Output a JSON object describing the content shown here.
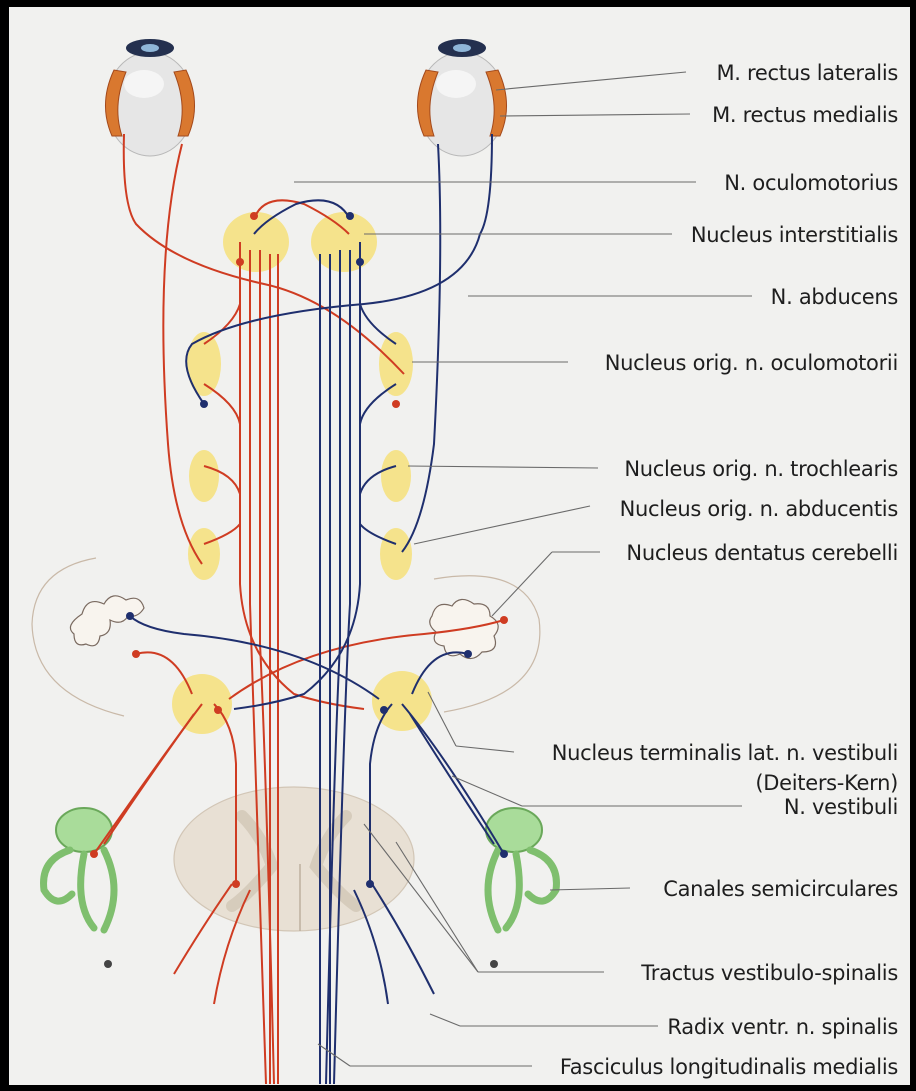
{
  "labels": {
    "m_rectus_lateralis": "M. rectus lateralis",
    "m_rectus_medialis": "M. rectus medialis",
    "n_oculomotorius": "N. oculomotorius",
    "nucleus_interstitialis": "Nucleus interstitialis",
    "n_abducens": "N. abducens",
    "nucleus_oculomotorii": "Nucleus orig. n. oculomotorii",
    "nucleus_trochlearis": "Nucleus orig. n. trochlearis",
    "nucleus_abducentis": "Nucleus orig. n. abducentis",
    "nucleus_dentatus": "Nucleus dentatus cerebelli",
    "nucleus_terminalis": "Nucleus terminalis lat. n. vestibuli",
    "deiters_kern": "(Deiters-Kern)",
    "n_vestibuli": "N. vestibuli",
    "canales": "Canales semicirculares",
    "tractus": "Tractus vestibulo-spinalis",
    "radix": "Radix ventr. n. spinalis",
    "fasciculus": "Fasciculus longitudinalis medialis"
  },
  "colors": {
    "background": "#f1f1ef",
    "red_pathway": "#cf3c22",
    "blue_pathway": "#1f2f6e",
    "nucleus_fill": "#f6e07a",
    "muscle": "#d9782f",
    "labyrinth": "#a9dc9a",
    "cord": "#e8e0d4"
  }
}
